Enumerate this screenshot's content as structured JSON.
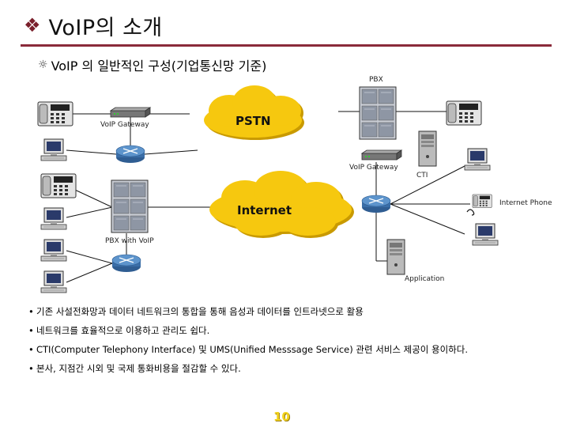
{
  "header": {
    "bullet": "❖",
    "title": "VoIP의 소개"
  },
  "subtitle": {
    "bullet": "☼",
    "text": "VoIP 의 일반적인 구성(기업통신망 기준)"
  },
  "diagram": {
    "pbx_label": "PBX",
    "voip_gateway_left": "VoIP Gateway",
    "pstn_label": "PSTN",
    "voip_gateway_right": "VoIP Gateway",
    "cti_label": "CTI",
    "internet_label": "Internet",
    "internet_phone_label": "Internet Phone",
    "pbx_voip_label": "PBX with VoIP",
    "application_label": "Application",
    "colors": {
      "cloud": "#f6c80f",
      "cloud_shadow": "#c99a00",
      "router": "#3a6ea8",
      "line": "#111111"
    }
  },
  "bullets": [
    "기존 사설전화망과 데이터 네트워크의 통합을 통해 음성과 데이터를 인트라넷으로 활용",
    "네트워크를 효율적으로 이용하고 관리도 쉽다.",
    "CTI(Computer Telephony Interface) 및 UMS(Unified Messsage Service) 관련 서비스 제공이 용이하다.",
    "본사, 지점간 시외 및 국제 통화비용을 절감할 수 있다."
  ],
  "page_number": "10"
}
